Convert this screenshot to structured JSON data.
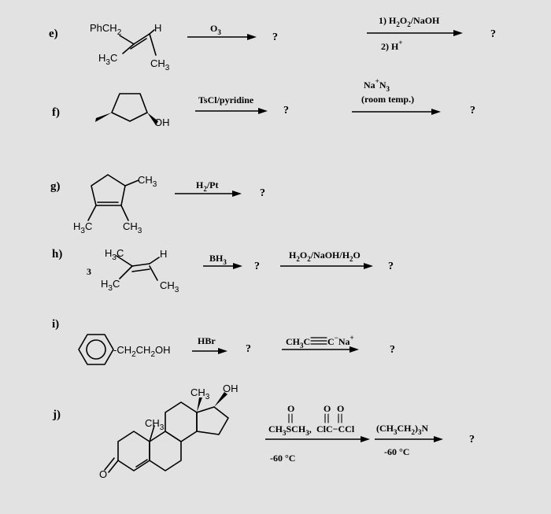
{
  "problems": {
    "e": {
      "label": "e)",
      "substituents": {
        "ph": "PhCH",
        "ph_sub": "2",
        "h": "H",
        "h3c": "H",
        "h3c_sub": "3",
        "h3c_c": "C",
        "ch3": "CH",
        "ch3_sub": "3"
      },
      "arrow1": {
        "reagent": "O",
        "reagent_sub": "3"
      },
      "product1": "?",
      "arrow2": {
        "line1_a": "1) H",
        "line1_b": "2",
        "line1_c": "O",
        "line1_d": "2",
        "line1_e": "/NaOH",
        "line2_a": "2) H",
        "line2_sup": "+"
      },
      "product2": "?"
    },
    "f": {
      "label": "f)",
      "substituents": {
        "oh": "OH"
      },
      "arrow1": {
        "reagent": "TsCl/pyridine"
      },
      "product1": "?",
      "arrow2": {
        "line1_a": "Na",
        "line1_sup": "+",
        "line1_b": "N",
        "line1_sub": "3",
        "line2": "(room temp.)"
      },
      "product2": "?"
    },
    "g": {
      "label": "g)",
      "substituents": {
        "ch3_top": "CH",
        "ch3_top_sub": "3",
        "h3c": "H",
        "h3c_sub": "3",
        "h3c_c": "C",
        "ch3_bot": "CH",
        "ch3_bot_sub": "3"
      },
      "arrow1": {
        "reagent_a": "H",
        "reagent_sub": "2",
        "reagent_b": "/Pt"
      },
      "product1": "?"
    },
    "h": {
      "label": "h)",
      "equiv": "3",
      "substituents": {
        "h3c_top": "H",
        "h3c_top_sub": "3",
        "h3c_top_c": "C",
        "h": "H",
        "h3c_bot": "H",
        "h3c_bot_sub": "3",
        "h3c_bot_c": "C",
        "ch3": "CH",
        "ch3_sub": "3"
      },
      "arrow1": {
        "reagent_a": "BH",
        "reagent_sub": "3"
      },
      "product1": "?",
      "arrow2": {
        "a": "H",
        "b": "2",
        "c": "O",
        "d": "2",
        "e": "/NaOH/H",
        "f": "2",
        "g": "O"
      },
      "product2": "?"
    },
    "i": {
      "label": "i)",
      "substituents": {
        "chain_a": "-CH",
        "chain_b": "2",
        "chain_c": "CH",
        "chain_d": "2",
        "chain_e": "OH"
      },
      "arrow1": {
        "reagent": "HBr"
      },
      "product1": "?",
      "arrow2": {
        "a": "CH",
        "b": "3",
        "c": "C",
        "d": "C",
        "e": "−",
        "f": "Na",
        "g": "+"
      },
      "product2": "?"
    },
    "j": {
      "label": "j)",
      "substituents": {
        "oh": "OH",
        "ch3_top": "CH",
        "ch3_top_sub": "3",
        "ch3_mid": "CH",
        "ch3_mid_sub": "3"
      },
      "arrow1": {
        "dmso_o": "O",
        "dmso_a": "CH",
        "dmso_b": "3",
        "dmso_c": "SCH",
        "dmso_d": "3",
        "dmso_e": ",",
        "ox_o1": "O",
        "ox_o2": "O",
        "ox": "ClC−CCl",
        "below": "-60 °C"
      },
      "arrow2": {
        "a": "(CH",
        "b": "3",
        "c": "CH",
        "d": "2",
        "e": ")",
        "f": "3",
        "g": "N",
        "below": "-60 °C"
      },
      "product2": "?"
    }
  }
}
